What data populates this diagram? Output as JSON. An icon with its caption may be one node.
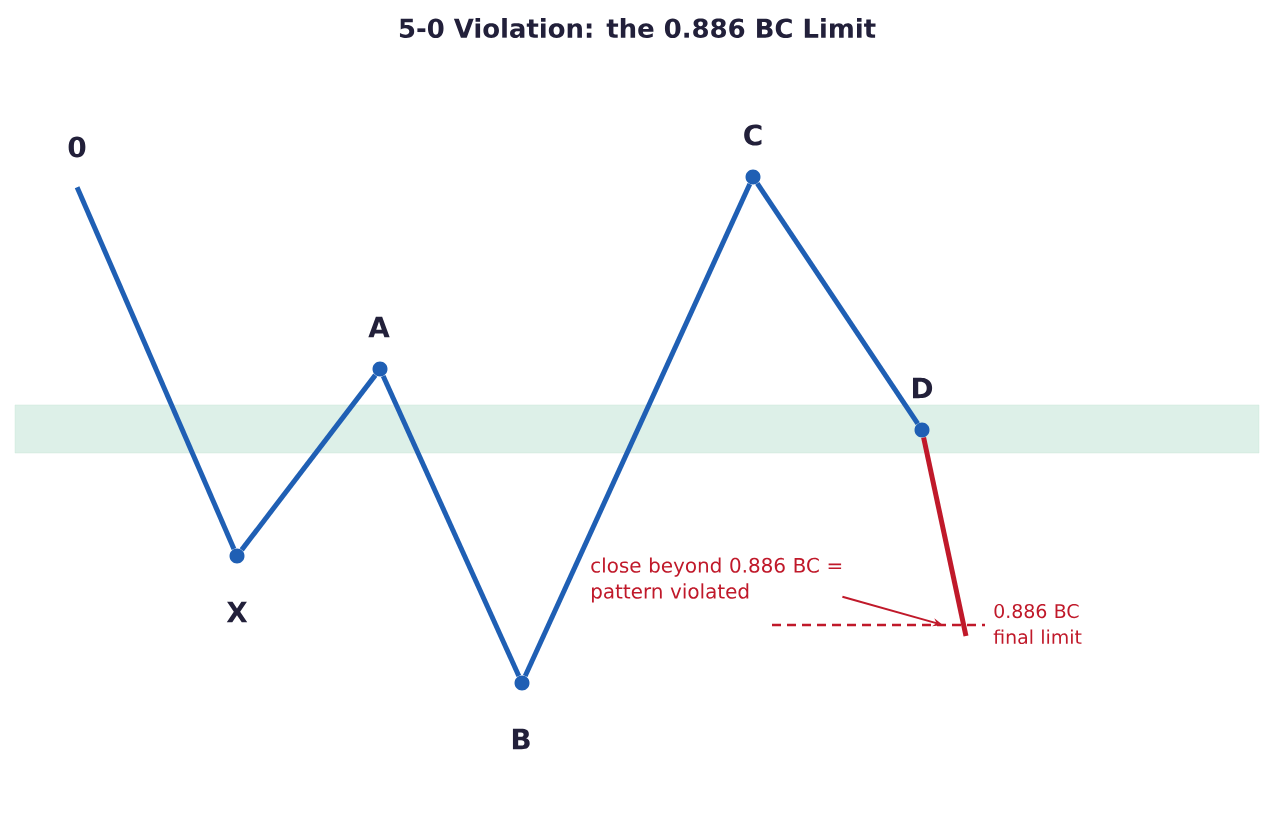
{
  "diagram": {
    "title": "5-0 Violation: the 0.886 BC Limit",
    "nodes": [
      {
        "text": [
          "0"
        ]
      },
      {
        "text": [
          "X"
        ]
      },
      {
        "text": [
          "A"
        ]
      },
      {
        "text": [
          "B"
        ]
      },
      {
        "text": [
          "C"
        ]
      },
      {
        "text": [
          "D"
        ]
      },
      {
        "text": [
          "close beyond 0.886 BC = pattern violated"
        ]
      }
    ],
    "edges": [
      {
        "from": 0,
        "to": 1,
        "arrow": "none"
      },
      {
        "from": 1,
        "to": 2,
        "arrow": "none"
      },
      {
        "from": 2,
        "to": 3,
        "arrow": "none"
      },
      {
        "from": 3,
        "to": 4,
        "arrow": "none"
      },
      {
        "from": 4,
        "to": 5,
        "arrow": "none"
      },
      {
        "from": 5,
        "to": null,
        "arrow": "none",
        "color": "#c0192a"
      },
      {
        "from": 6,
        "to": null,
        "arrow": "to",
        "color": "#c0192a"
      }
    ],
    "labels": [
      "0.886 BC final limit"
    ]
  }
}
